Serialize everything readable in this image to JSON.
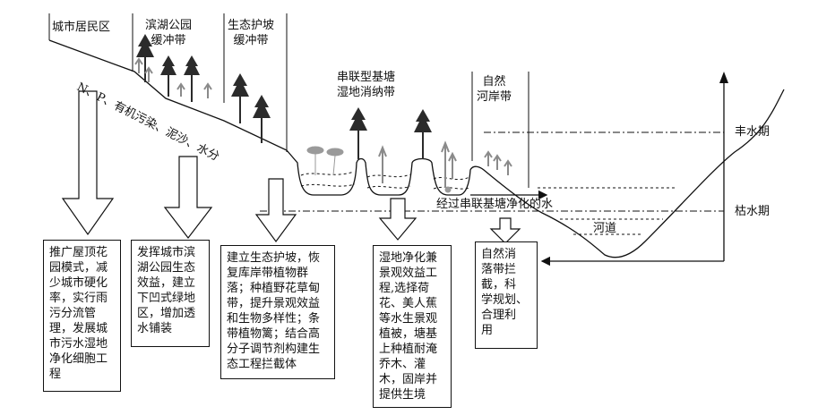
{
  "zones": {
    "city": "城市居民区",
    "lakeside": [
      "滨湖公园",
      "缓冲带"
    ],
    "eco_slope": [
      "生态护坡",
      "缓冲带"
    ],
    "pond": [
      "串联型基塘",
      "湿地消纳带"
    ],
    "riverbank": [
      "自然",
      "河岸带"
    ]
  },
  "flow_label": "N、P、有机污染、泥沙、水分",
  "water_levels": {
    "high": "丰水期",
    "low": "枯水期"
  },
  "purified_water": "经过串联基塘净化的水",
  "river": "河道",
  "boxes": {
    "city": [
      "推广屋顶花",
      "园模式，减",
      "少城市硬化",
      "率，实行雨",
      "污分流管",
      "理，发展城",
      "市污水湿地",
      "净化细胞工",
      "程"
    ],
    "lakeside": [
      "发挥城市滨",
      "湖公园生态",
      "效益，建立",
      "下凹式绿地",
      "区，增加透",
      "水铺装"
    ],
    "eco_slope": [
      "建立生态护坡，恢",
      "复库岸带植物群",
      "落；种植野花草甸",
      "带，提升景观效益",
      "和生物多样性；条",
      "带植物篱；结合高",
      "分子调节剂构建生",
      "态工程拦截体"
    ],
    "pond": [
      "湿地净化兼",
      "景观效益工",
      "程,选择荷",
      "花、美人蕉",
      "等水生景观",
      "植被，塘基",
      "上种植耐淹",
      "乔木、灌",
      "木，固岸并",
      "提供生境"
    ],
    "riverbank": [
      "自然消",
      "落带拦",
      "截，科",
      "学规划、",
      "合理利",
      "用"
    ]
  },
  "colors": {
    "line": "#111111",
    "plant_gray": "#8a8a8a",
    "lotus": "#9a9a9a",
    "tree": "#2b2b2b"
  }
}
